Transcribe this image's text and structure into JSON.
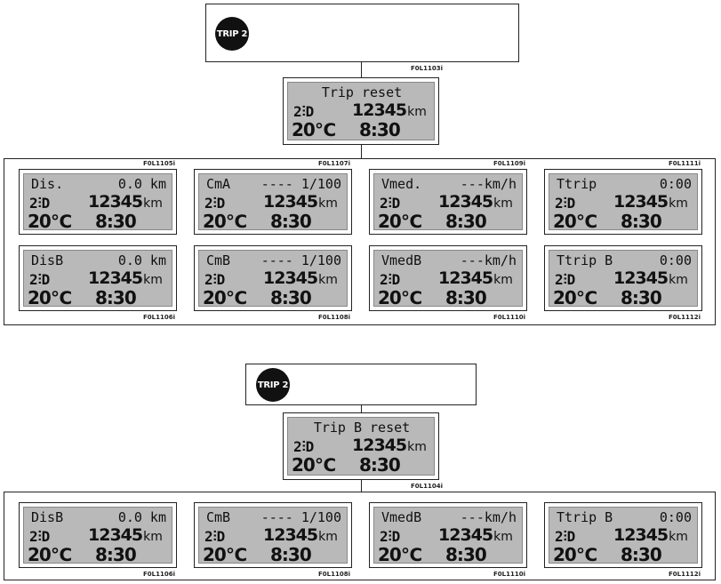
{
  "trip_button": "TRIP 2",
  "shared_display": {
    "odometer": "12345",
    "odometer_unit": "km",
    "temperature": "20℃",
    "clock": "8:30",
    "lamp_symbol": "2⫶D"
  },
  "section1": {
    "top_code": "F0L1103i",
    "reset_display": {
      "title": "Trip reset",
      "code": ""
    },
    "grid": [
      {
        "line1_left": "Dis.",
        "line1_right": "0.0 km",
        "code": "F0L1105i",
        "code_pos": "top"
      },
      {
        "line1_left": "CmA",
        "line1_right": "---- 1/100",
        "code": "F0L1107i",
        "code_pos": "top"
      },
      {
        "line1_left": "Vmed.",
        "line1_right": "---km/h",
        "code": "F0L1109i",
        "code_pos": "top"
      },
      {
        "line1_left": "Ttrip",
        "line1_right": "0:00",
        "code": "F0L1111i",
        "code_pos": "top"
      },
      {
        "line1_left": "DisB",
        "line1_right": "0.0 km",
        "code": "F0L1106i",
        "code_pos": "bottom"
      },
      {
        "line1_left": "CmB",
        "line1_right": "---- 1/100",
        "code": "F0L1108i",
        "code_pos": "bottom"
      },
      {
        "line1_left": "VmedB",
        "line1_right": "---km/h",
        "code": "F0L1110i",
        "code_pos": "bottom"
      },
      {
        "line1_left": "Ttrip B",
        "line1_right": "0:00",
        "code": "F0L1112i",
        "code_pos": "bottom"
      }
    ]
  },
  "section2": {
    "reset_display": {
      "title": "Trip B reset",
      "code": "F0L1104i"
    },
    "grid": [
      {
        "line1_left": "DisB",
        "line1_right": "0.0 km",
        "code": "F0L1106i"
      },
      {
        "line1_left": "CmB",
        "line1_right": "---- 1/100",
        "code": "F0L1108i"
      },
      {
        "line1_left": "VmedB",
        "line1_right": "---km/h",
        "code": "F0L1110i"
      },
      {
        "line1_left": "Ttrip B",
        "line1_right": "0:00",
        "code": "F0L1112i"
      }
    ]
  }
}
